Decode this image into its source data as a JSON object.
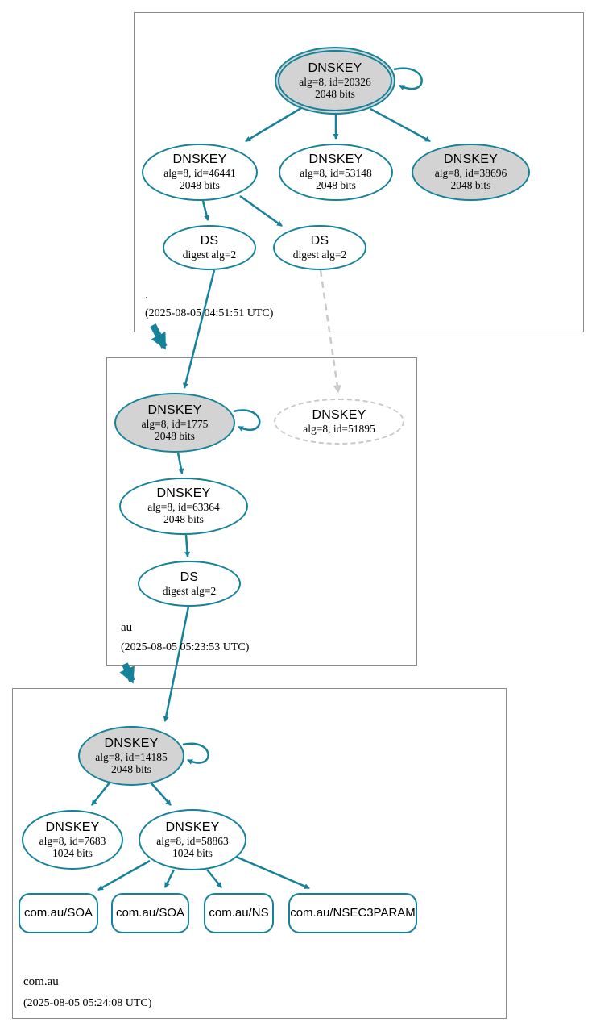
{
  "diagram": {
    "type": "dnssec-authentication-chain",
    "colors": {
      "edge_secure": "#15829a",
      "edge_insecure": "#c9c9c9",
      "ksk_fill": "#d3d3d3",
      "node_fill": "#ffffff",
      "zone_border": "#8a8a8a",
      "text": "#000000"
    },
    "zones": [
      {
        "label": ".",
        "timestamp": "(2025-08-05 04:51:51 UTC)",
        "nodes": [
          {
            "title": "DNSKEY",
            "detail": "alg=8, id=20326",
            "bits": "2048 bits"
          },
          {
            "title": "DNSKEY",
            "detail": "alg=8, id=46441",
            "bits": "2048 bits"
          },
          {
            "title": "DNSKEY",
            "detail": "alg=8, id=53148",
            "bits": "2048 bits"
          },
          {
            "title": "DNSKEY",
            "detail": "alg=8, id=38696",
            "bits": "2048 bits"
          },
          {
            "title": "DS",
            "detail": "digest alg=2"
          },
          {
            "title": "DS",
            "detail": "digest alg=2"
          }
        ]
      },
      {
        "label": "au",
        "timestamp": "(2025-08-05 05:23:53 UTC)",
        "nodes": [
          {
            "title": "DNSKEY",
            "detail": "alg=8, id=1775",
            "bits": "2048 bits"
          },
          {
            "title": "DNSKEY",
            "detail": "alg=8, id=51895"
          },
          {
            "title": "DNSKEY",
            "detail": "alg=8, id=63364",
            "bits": "2048 bits"
          },
          {
            "title": "DS",
            "detail": "digest alg=2"
          }
        ]
      },
      {
        "label": "com.au",
        "timestamp": "(2025-08-05 05:24:08 UTC)",
        "nodes": [
          {
            "title": "DNSKEY",
            "detail": "alg=8, id=14185",
            "bits": "2048 bits"
          },
          {
            "title": "DNSKEY",
            "detail": "alg=8, id=7683",
            "bits": "1024 bits"
          },
          {
            "title": "DNSKEY",
            "detail": "alg=8, id=58863",
            "bits": "1024 bits"
          },
          {
            "title": "com.au/SOA"
          },
          {
            "title": "com.au/SOA"
          },
          {
            "title": "com.au/NS"
          },
          {
            "title": "com.au/NSEC3PARAM"
          }
        ]
      }
    ]
  }
}
